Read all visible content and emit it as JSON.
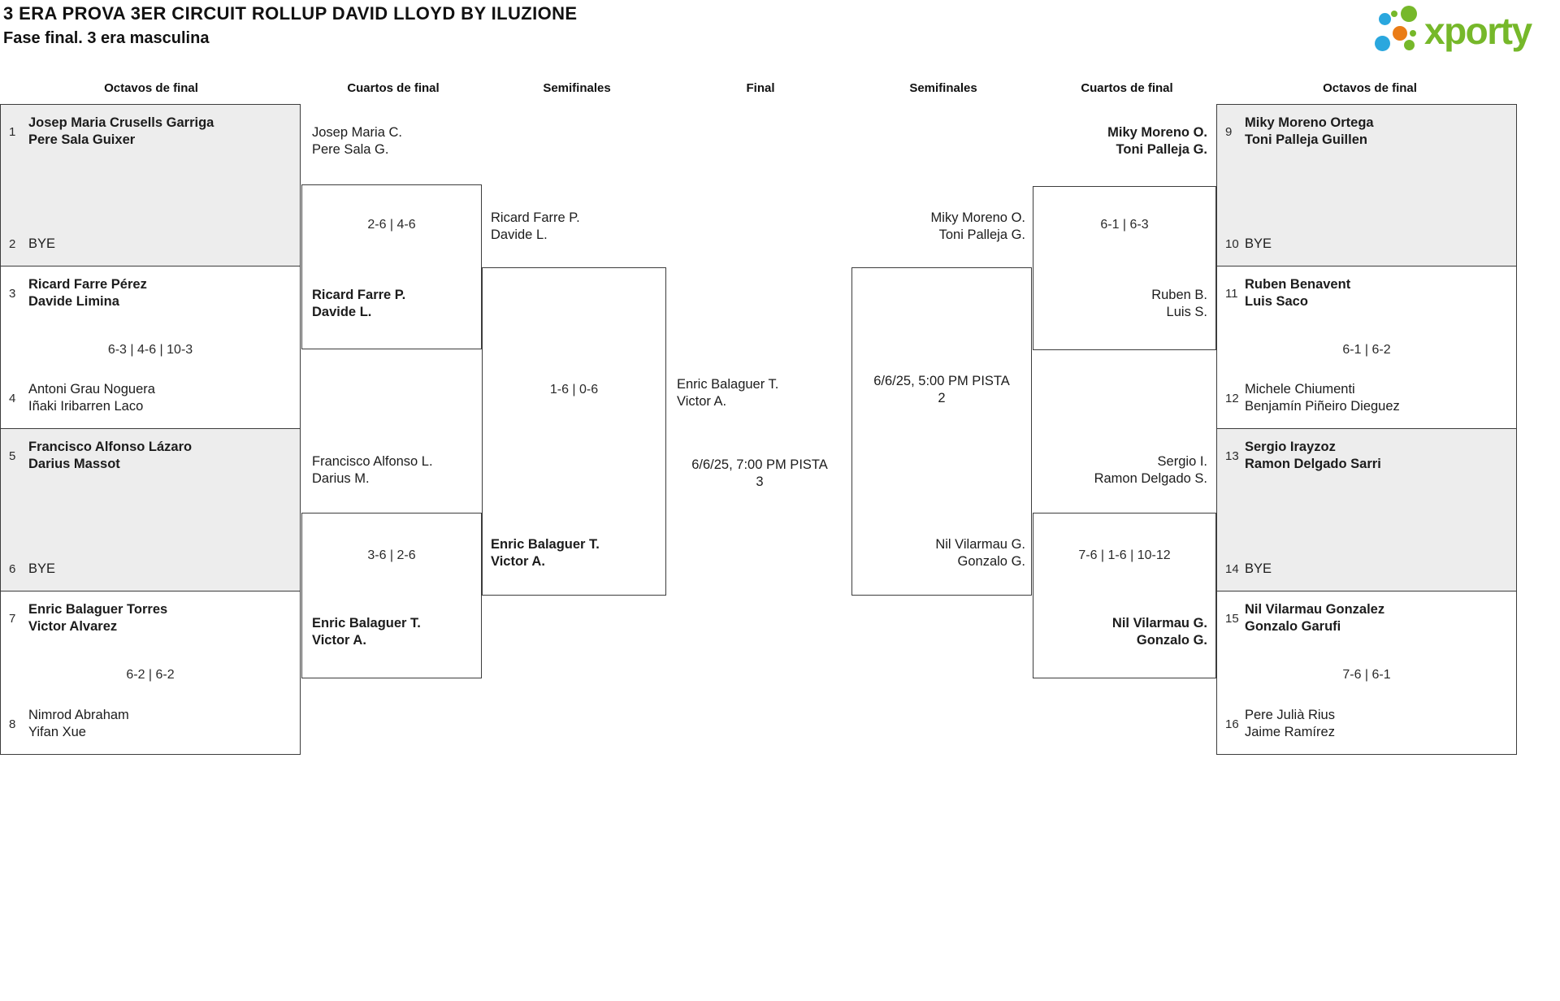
{
  "header": {
    "title": "3 ERA PROVA 3ER CIRCUIT ROLLUP DAVID LLOYD BY ILUZIONE",
    "subtitle": "Fase final. 3 era masculina",
    "logo_text": "xporty",
    "brand_colors": {
      "green": "#76b82a",
      "blue": "#2aa7de",
      "orange": "#ea7c16"
    }
  },
  "rounds": [
    "Octavos de final",
    "Cuartos de final",
    "Semifinales",
    "Final",
    "Semifinales",
    "Cuartos de final",
    "Octavos de final"
  ],
  "oct_left": [
    {
      "seed1": "1",
      "team1": "Josep Maria Crusells Garriga\nPere Sala Guixer",
      "score": "",
      "seed2": "2",
      "team2": "BYE"
    },
    {
      "seed1": "3",
      "team1": "Ricard Farre Pérez\nDavide Limina",
      "score": "6-3 | 4-6 | 10-3",
      "seed2": "4",
      "team2": "Antoni Grau Noguera\nIñaki Iribarren Laco"
    },
    {
      "seed1": "5",
      "team1": "Francisco Alfonso Lázaro\nDarius Massot",
      "score": "",
      "seed2": "6",
      "team2": "BYE"
    },
    {
      "seed1": "7",
      "team1": "Enric Balaguer Torres\nVictor Alvarez",
      "score": "6-2 | 6-2",
      "seed2": "8",
      "team2": "Nimrod Abraham\nYifan Xue"
    }
  ],
  "qf_left": [
    {
      "team1": "Josep Maria C.\nPere Sala G.",
      "score": "2-6 | 4-6",
      "team2": "Ricard Farre P.\nDavide L."
    },
    {
      "team1": "Francisco Alfonso L.\nDarius M.",
      "score": "3-6 | 2-6",
      "team2": "Enric Balaguer T.\nVictor A."
    }
  ],
  "sf_left": {
    "team1": "Ricard Farre P.\nDavide L.",
    "score": "1-6 | 0-6",
    "team2": "Enric Balaguer T.\nVictor A."
  },
  "final": {
    "team": "Enric Balaguer T.\nVictor A.",
    "schedule": "6/6/25, 7:00 PM PISTA\n3"
  },
  "sf_right": {
    "team1": "Miky Moreno O.\nToni Palleja G.",
    "schedule": "6/6/25, 5:00 PM PISTA\n2",
    "team2": "Nil Vilarmau G.\nGonzalo G."
  },
  "qf_right": [
    {
      "team1": "Miky Moreno O.\nToni Palleja G.",
      "score": "6-1 | 6-3",
      "team2": "Ruben B.\nLuis S."
    },
    {
      "team1": "Sergio I.\nRamon Delgado S.",
      "score": "7-6 | 1-6 | 10-12",
      "team2": "Nil Vilarmau G.\nGonzalo G."
    }
  ],
  "oct_right": [
    {
      "seed1": "9",
      "team1": "Miky Moreno Ortega\nToni Palleja Guillen",
      "score": "",
      "seed2": "10",
      "team2": "BYE"
    },
    {
      "seed1": "11",
      "team1": "Ruben Benavent\nLuis Saco",
      "score": "6-1 | 6-2",
      "seed2": "12",
      "team2": "Michele Chiumenti\nBenjamín Piñeiro Dieguez"
    },
    {
      "seed1": "13",
      "team1": "Sergio Irayzoz\nRamon Delgado Sarri",
      "score": "",
      "seed2": "14",
      "team2": "BYE"
    },
    {
      "seed1": "15",
      "team1": "Nil Vilarmau Gonzalez\nGonzalo Garufi",
      "score": "7-6 | 6-1",
      "seed2": "16",
      "team2": "Pere Julià Rius\nJaime Ramírez"
    }
  ]
}
